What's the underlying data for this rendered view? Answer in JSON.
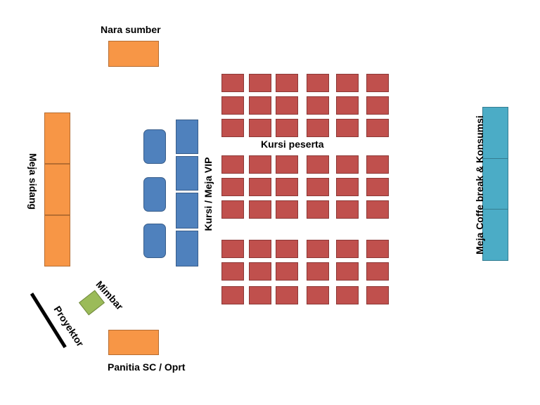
{
  "labels": {
    "nara_sumber": "Nara sumber",
    "meja_sidang": "Meja sidang",
    "kursi_meja_vip": "Kursi / Meja VIP",
    "kursi_peserta": "Kursi peserta",
    "meja_coffe": "Meja Coffe break & Konsumsi",
    "mimbar": "Mimbar",
    "proyektor": "Proyektor",
    "panitia": "Panitia SC / Oprt"
  },
  "colors": {
    "orange_tables": "#f79646",
    "vip_blue": "#4f81bd",
    "participant_seats": "#c0504d",
    "catering_tables": "#4bacc6",
    "podium_green": "#9bbb59"
  },
  "participant_seating": {
    "columns": 6,
    "groups": [
      3,
      3,
      3
    ]
  }
}
